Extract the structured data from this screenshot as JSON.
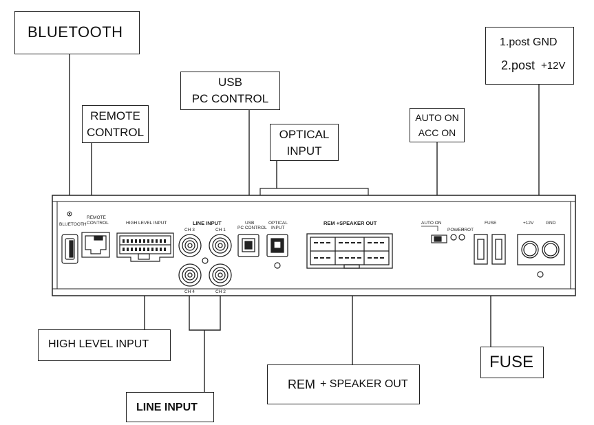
{
  "callouts": {
    "bluetooth": "BLUETOOTH",
    "remote_l1": "REMOTE",
    "remote_l2": "CONTROL",
    "usb_l1": "USB",
    "usb_l2": "PC CONTROL",
    "optical_l1": "OPTICAL",
    "optical_l2": "INPUT",
    "auto_l1": "AUTO ON",
    "auto_l2": "ACC ON",
    "power_l1": "1.post GND",
    "power_l2a": "2.post",
    "power_l2b": "+12V",
    "high_level": "HIGH LEVEL INPUT",
    "line_input": "LINE  INPUT",
    "speaker_a": "REM",
    "speaker_b": "+ SPEAKER  OUT",
    "fuse": "FUSE"
  },
  "panel": {
    "bluetooth": "BLUETOOTH",
    "remote_l1": "REMOTE",
    "remote_l2": "CONTROL",
    "high_level": "HIGH LEVEL INPUT",
    "line_input": "LINE  INPUT",
    "ch3": "CH 3",
    "ch1": "CH 1",
    "ch4": "CH 4",
    "ch2": "CH 2",
    "usb_l1": "USB",
    "usb_l2": "PC CONTROL",
    "optical_l1": "OPTICAL",
    "optical_l2": "INPUT",
    "speaker_out": "REM +SPEAKER OUT",
    "auto_on": "AUTO ON",
    "power": "POWER",
    "prot": "PROT",
    "fuse": "FUSE",
    "plus12v": "+12V",
    "gnd": "GND"
  }
}
